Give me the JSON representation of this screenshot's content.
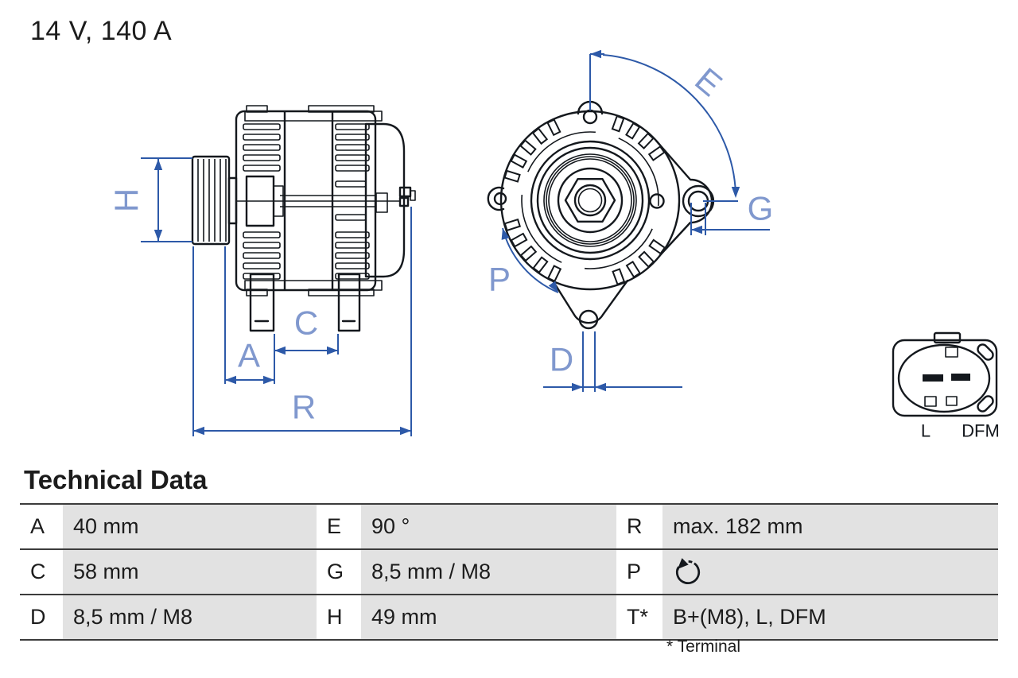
{
  "title": "14 V, 140 A",
  "colors": {
    "line": "#14181d",
    "dimension_blue": "#2d59a8",
    "dimension_label_blue": "#8098ce",
    "table_value_bg": "#e2e2e2",
    "table_rule": "#3c3c3c"
  },
  "diagram": {
    "dimension_labels": {
      "H": "H",
      "A": "A",
      "C": "C",
      "R": "R",
      "E": "E",
      "G": "G",
      "P": "P",
      "D": "D"
    },
    "connector": {
      "labels": [
        "L",
        "DFM"
      ]
    },
    "icons": [
      "rotation-direction-arrow",
      "rotation-direction-icon"
    ]
  },
  "technical_data": {
    "heading": "Technical Data",
    "rows": [
      [
        {
          "key": "A",
          "value": "40 mm"
        },
        {
          "key": "E",
          "value": "90 °"
        },
        {
          "key": "R",
          "value": "max. 182 mm"
        }
      ],
      [
        {
          "key": "C",
          "value": "58 mm"
        },
        {
          "key": "G",
          "value": "8,5 mm / M8"
        },
        {
          "key": "P",
          "value": "rotation-icon"
        }
      ],
      [
        {
          "key": "D",
          "value": "8,5 mm / M8"
        },
        {
          "key": "H",
          "value": "49 mm"
        },
        {
          "key": "T*",
          "value": "B+(M8), L, DFM"
        }
      ]
    ],
    "footnote": "* Terminal"
  }
}
